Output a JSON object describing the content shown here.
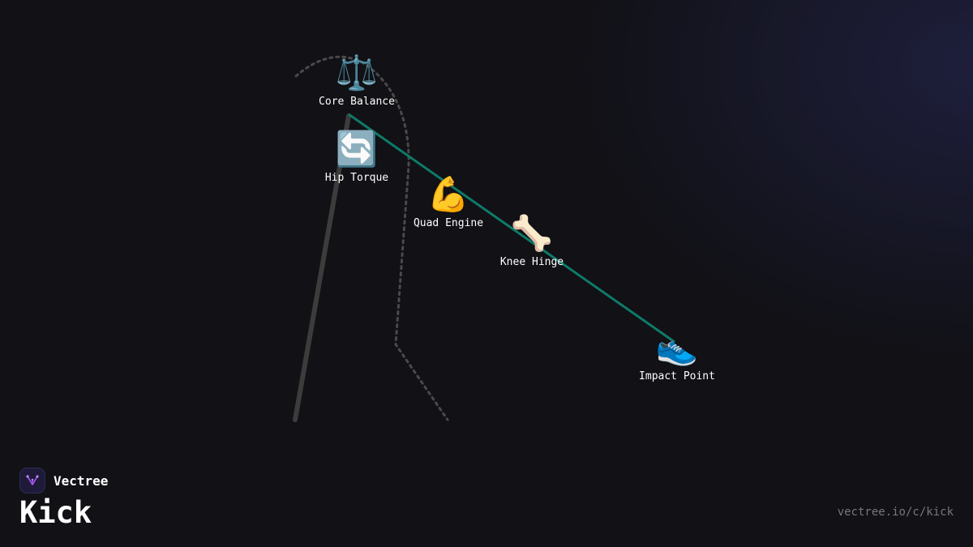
{
  "diagram": {
    "nodes": [
      {
        "id": "core-balance",
        "icon": "balance-scale-icon",
        "glyph": "⚖️",
        "label": "Core Balance"
      },
      {
        "id": "hip-torque",
        "icon": "rotate-arrows-icon",
        "glyph": "🔄",
        "label": "Hip Torque"
      },
      {
        "id": "quad-engine",
        "icon": "flexed-biceps-icon",
        "glyph": "💪",
        "label": "Quad Engine"
      },
      {
        "id": "knee-hinge",
        "icon": "bone-icon",
        "glyph": "🦴",
        "label": "Knee Hinge"
      },
      {
        "id": "impact-point",
        "icon": "running-shoe-icon",
        "glyph": "👟",
        "label": "Impact Point"
      }
    ],
    "colors": {
      "kick_line": "#0e7a68",
      "stance_line": "#3c3c3c",
      "dotted_path": "#4a4a4a",
      "background": "#111116",
      "brand_accent": "#a855f7"
    }
  },
  "branding": {
    "name": "Vectree",
    "logo_icon": "vectree-logo-icon",
    "title": "Kick",
    "url": "vectree.io/c/kick"
  }
}
